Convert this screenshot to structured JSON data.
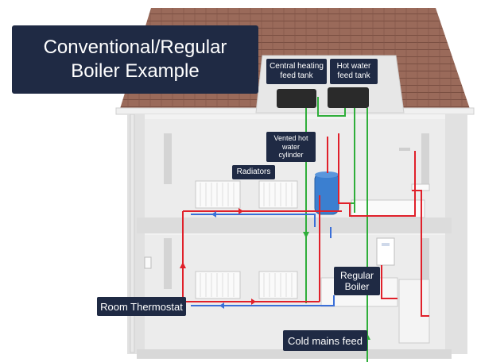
{
  "title": "Conventional/Regular Boiler Example",
  "labels": {
    "central_heating_tank": "Central heating feed tank",
    "hot_water_tank": "Hot water feed tank",
    "cylinder": "Vented hot water cylinder",
    "radiators": "Radiators",
    "boiler": "Regular Boiler",
    "thermostat": "Room Thermostat",
    "cold_mains": "Cold mains feed"
  },
  "colors": {
    "roof": "#9a6a5a",
    "wall": "#f2f2f2",
    "flow_pipe": "#e0202a",
    "return_pipe": "#3a6fd8",
    "cold_pipe": "#2fae3a",
    "cylinder": "#3b7fd0",
    "label_bg": "#1f2a44"
  }
}
